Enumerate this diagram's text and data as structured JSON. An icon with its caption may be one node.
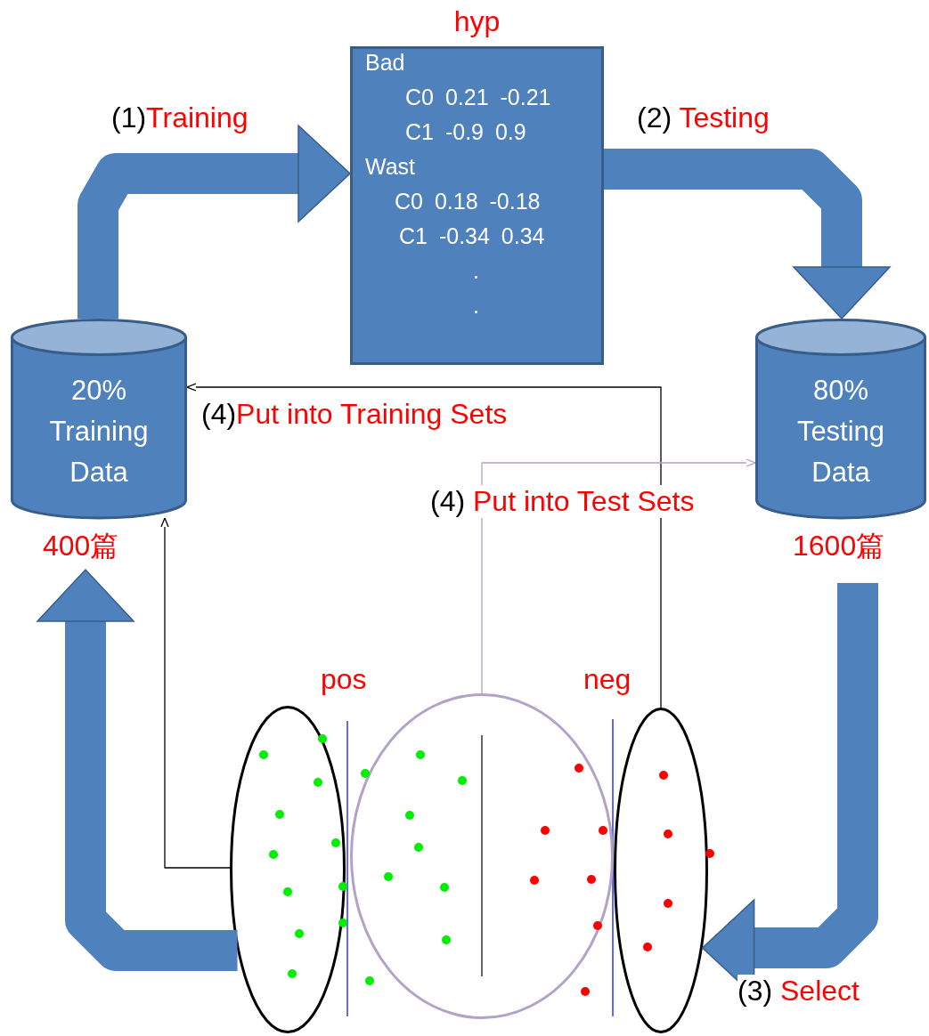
{
  "diagram": {
    "nodes": [
      {
        "text": [
          "hyp",
          "Bad",
          "C0 0.21 -0.21",
          "C1 -0.9 0.9",
          "Wast",
          "C0 0.18 -0.18",
          "C1 -0.34 0.34",
          ".",
          "."
        ]
      },
      {
        "text": [
          "20% Training Data"
        ],
        "beside": [
          "400篇"
        ]
      },
      {
        "text": [
          "80% Testing Data"
        ],
        "beside": [
          "1600篇"
        ]
      },
      {
        "text": [],
        "shape": "ellipse"
      },
      {
        "text": [],
        "shape": "ellipse"
      },
      {
        "text": [],
        "shape": "ellipse"
      }
    ],
    "edges": [
      {
        "from": 1,
        "to": 0,
        "arrow": "to",
        "label": "(1)Training"
      },
      {
        "from": 0,
        "to": 2,
        "arrow": "to",
        "label": "(2) Testing"
      },
      {
        "from": 2,
        "to": 5,
        "arrow": "to",
        "label": "(3) Select"
      },
      {
        "from": 3,
        "to": 1,
        "arrow": "to"
      },
      {
        "from": 5,
        "to": 1,
        "arrow": "to",
        "label": "(4)Put into Training Sets",
        "color": "#000000"
      },
      {
        "from": 3,
        "to": 1,
        "arrow": "to",
        "color": "#000000"
      },
      {
        "from": 4,
        "to": 2,
        "arrow": "to",
        "label": "(4) Put into Test Sets",
        "color": "#b3a2c7"
      }
    ],
    "labels": [
      "pos",
      "neg"
    ]
  }
}
